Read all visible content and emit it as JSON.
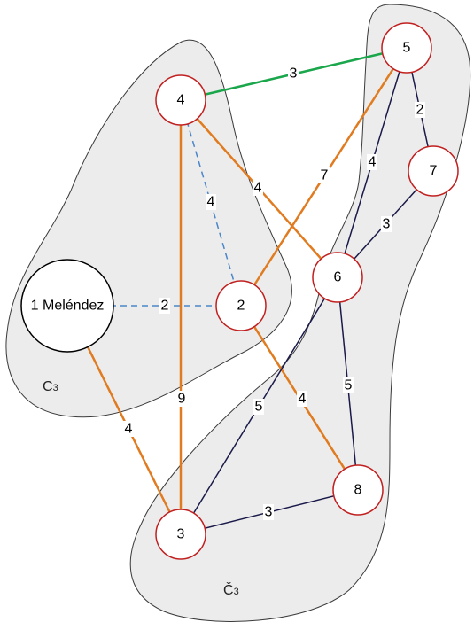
{
  "regions": [
    {
      "id": "C",
      "letter": "C",
      "subscript": "3"
    },
    {
      "id": "Cbar",
      "letter": "Č",
      "subscript": "3"
    }
  ],
  "nodes": [
    {
      "id": "1",
      "label": "1 Meléndez"
    },
    {
      "id": "2",
      "label": "2"
    },
    {
      "id": "3",
      "label": "3"
    },
    {
      "id": "4",
      "label": "4"
    },
    {
      "id": "5",
      "label": "5"
    },
    {
      "id": "6",
      "label": "6"
    },
    {
      "id": "7",
      "label": "7"
    },
    {
      "id": "8",
      "label": "8"
    }
  ],
  "edges": [
    {
      "from": "4",
      "to": "5",
      "weight": "3",
      "style": "green"
    },
    {
      "from": "5",
      "to": "7",
      "weight": "2",
      "style": "navy"
    },
    {
      "from": "5",
      "to": "6",
      "weight": "4",
      "style": "navy"
    },
    {
      "from": "7",
      "to": "6",
      "weight": "3",
      "style": "navy"
    },
    {
      "from": "5",
      "to": "2",
      "weight": "7",
      "style": "orange"
    },
    {
      "from": "4",
      "to": "6",
      "weight": "4",
      "style": "orange"
    },
    {
      "from": "4",
      "to": "2",
      "weight": "4",
      "style": "dashed-blue"
    },
    {
      "from": "1",
      "to": "2",
      "weight": "2",
      "style": "dashed-blue"
    },
    {
      "from": "4",
      "to": "3",
      "weight": "9",
      "style": "orange"
    },
    {
      "from": "1",
      "to": "3",
      "weight": "4",
      "style": "orange"
    },
    {
      "from": "2",
      "to": "8",
      "weight": "4",
      "style": "orange"
    },
    {
      "from": "6",
      "to": "3",
      "weight": "5",
      "style": "navy"
    },
    {
      "from": "6",
      "to": "8",
      "weight": "5",
      "style": "navy"
    },
    {
      "from": "3",
      "to": "8",
      "weight": "3",
      "style": "navy"
    }
  ],
  "colors": {
    "region_fill": "#ececec",
    "region_stroke": "#3a3a3a",
    "node_stroke_red": "#c0201f",
    "node_stroke_black": "#000000",
    "orange": "#e07b20",
    "navy": "#1a1a4a",
    "green": "#1aa64b",
    "dashed_blue": "#4a86c8"
  }
}
